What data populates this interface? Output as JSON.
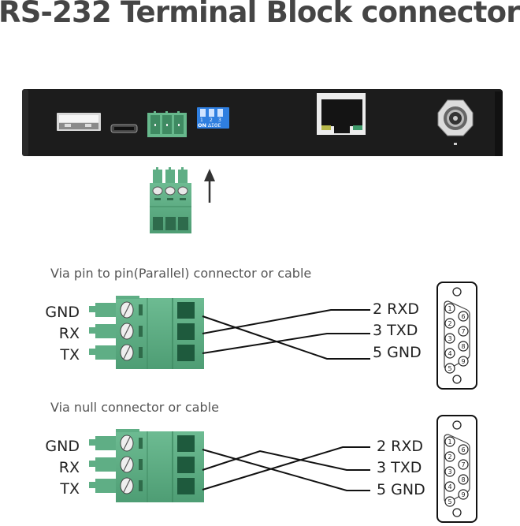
{
  "title": "RS-232 Terminal Block connector",
  "device": {
    "ports": [
      "USB-A",
      "Micro-USB",
      "RS-232 terminal block (3-pin)",
      "DIP switch",
      "RJ45",
      "DC power jack"
    ],
    "dip_switch": {
      "numbers": [
        "1",
        "2",
        "3"
      ],
      "on_label": "ON",
      "side_label": "ΔΣΘΕ"
    }
  },
  "colors": {
    "terminal_green": "#5fae85",
    "device_body": "#1c1c1c",
    "dip_blue": "#2f7fe0",
    "wire": "#111111"
  },
  "sections": [
    {
      "label": "Via pin to pin(Parallel) connector or cable",
      "terminal_pins": [
        "GND",
        "RX",
        "TX"
      ],
      "db9_pins": [
        "2 RXD",
        "3 TXD",
        "5 GND"
      ],
      "connections": [
        {
          "from": "GND",
          "to": "5 GND"
        },
        {
          "from": "RX",
          "to": "2 RXD"
        },
        {
          "from": "TX",
          "to": "3 TXD"
        }
      ]
    },
    {
      "label": "Via null connector or cable",
      "terminal_pins": [
        "GND",
        "RX",
        "TX"
      ],
      "db9_pins": [
        "2 RXD",
        "3 TXD",
        "5 GND"
      ],
      "connections": [
        {
          "from": "GND",
          "to": "5 GND"
        },
        {
          "from": "RX",
          "to": "3 TXD"
        },
        {
          "from": "TX",
          "to": "2 RXD"
        }
      ]
    }
  ],
  "db9_pin_numbers": {
    "top_row": [
      "1",
      "2",
      "3",
      "4",
      "5"
    ],
    "bottom_row": [
      "6",
      "7",
      "8",
      "9"
    ]
  }
}
